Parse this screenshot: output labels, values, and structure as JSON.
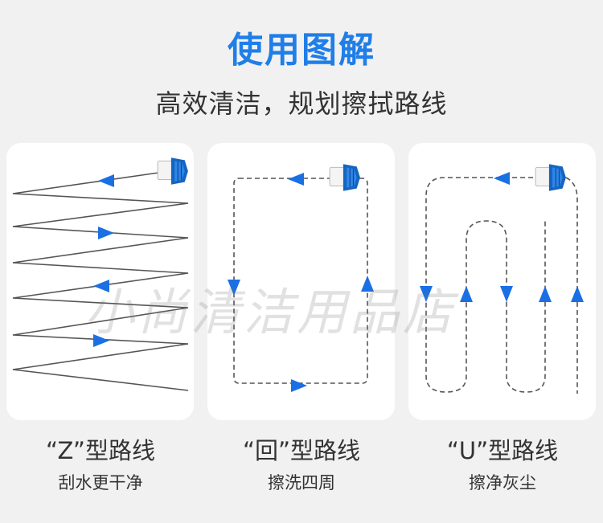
{
  "header": {
    "title": "使用图解",
    "subtitle": "高效清洁，规划擦拭路线"
  },
  "watermark": "小尚清洁用品店",
  "colors": {
    "accent": "#1f7ee8",
    "arrow": "#1a6fe3",
    "path": "#555555",
    "card": "#ffffff",
    "background": "#f1f1f1"
  },
  "panels": [
    {
      "label": "“Z”型路线",
      "caption": "刮水更干净",
      "icon": "window-wiper-icon"
    },
    {
      "label": "“回”型路线",
      "caption": "擦洗四周",
      "icon": "window-wiper-icon"
    },
    {
      "label": "“U”型路线",
      "caption": "擦净灰尘",
      "icon": "window-wiper-icon"
    }
  ]
}
